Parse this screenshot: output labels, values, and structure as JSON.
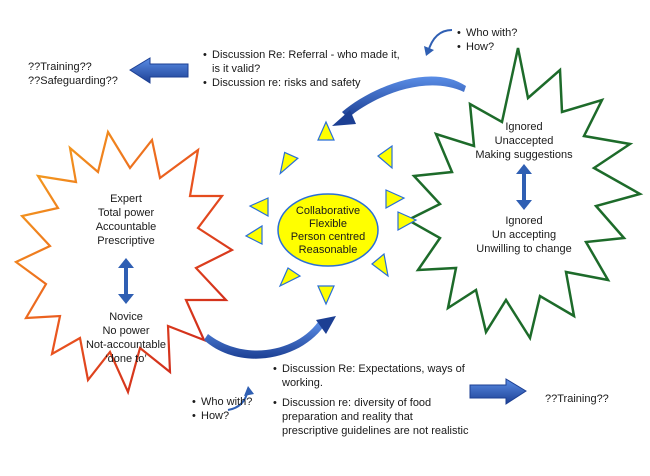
{
  "top_left_notes": [
    "??Training??",
    "??Safeguarding??"
  ],
  "top_discussion": [
    {
      "line1": "Discussion Re: Referral - who made it,",
      "line2": "is it valid?"
    },
    {
      "line1": "Discussion re: risks and safety",
      "line2": ""
    }
  ],
  "top_right_list": [
    "Who with?",
    "How?"
  ],
  "left_star": {
    "top": [
      "Expert",
      "Total power",
      "Accountable",
      "Prescriptive"
    ],
    "bottom": [
      "Novice",
      "No power",
      "Not-accountable",
      "‘done to’"
    ]
  },
  "sun": [
    "Collaborative",
    "Flexible",
    "Person centred",
    "Reasonable"
  ],
  "right_star": {
    "top": [
      "Ignored",
      "Unaccepted",
      "Making suggestions"
    ],
    "bottom": [
      "Ignored",
      "Un accepting",
      "Unwilling to change"
    ]
  },
  "bottom_left_list": [
    "Who with?",
    "How?"
  ],
  "bottom_discussion": [
    {
      "lines": [
        "Discussion Re: Expectations, ways of",
        "working."
      ]
    },
    {
      "lines": [
        "Discussion re: diversity of food",
        "preparation and reality that",
        "prescriptive guidelines are not realistic"
      ]
    }
  ],
  "bottom_right_note": "??Training??",
  "colors": {
    "arrow_blue": "#2f5fb3",
    "sun_fill": "#ffff00",
    "sun_stroke": "#2a6fd6",
    "green_star": "#1d6b2a",
    "orange_red_star": "#e46b1e"
  }
}
